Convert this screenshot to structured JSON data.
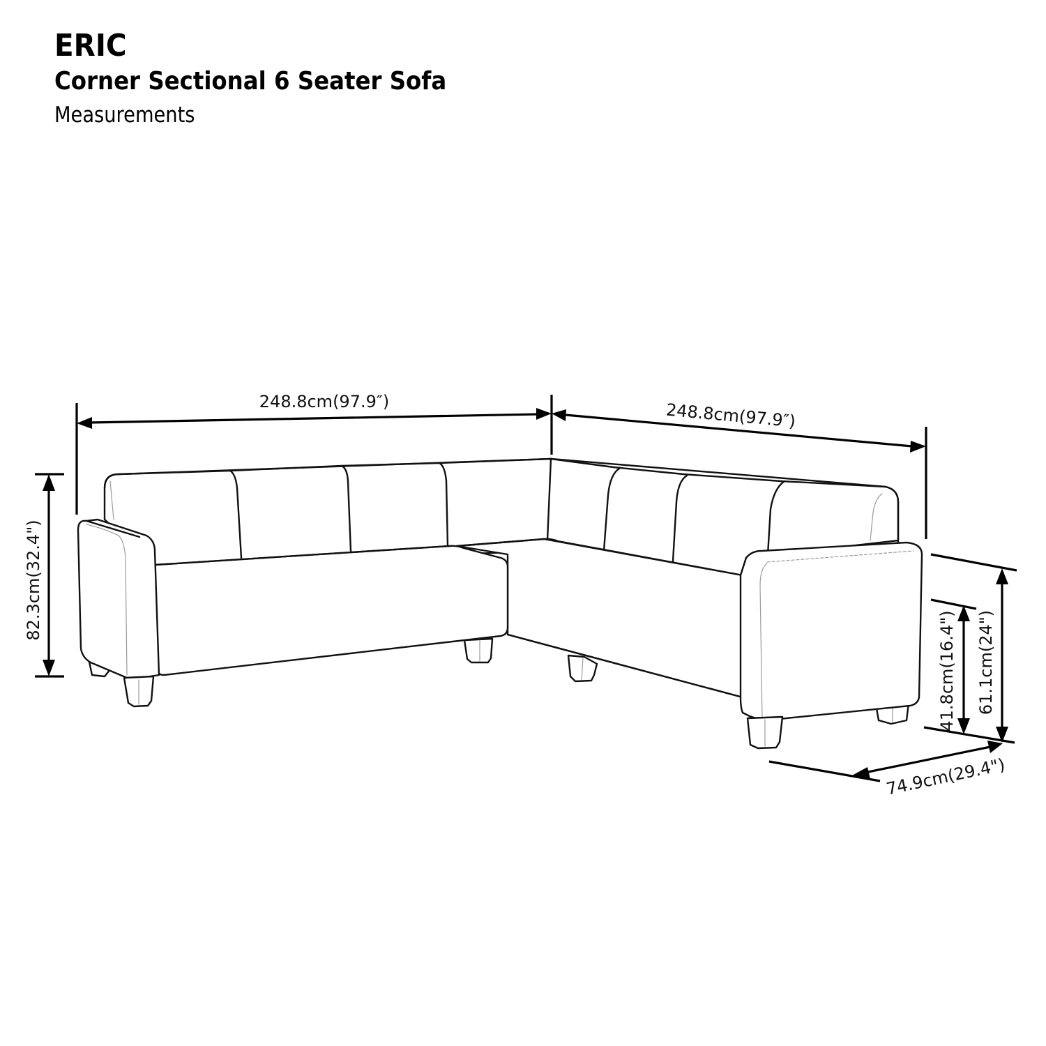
{
  "header": {
    "brand": "ERIC",
    "product": "Corner Sectional 6 Seater Sofa",
    "subtitle": "Measurements"
  },
  "dimensions": {
    "left_width": {
      "label": "248.8cm(97.9″)",
      "cm": 248.8,
      "in": 97.9
    },
    "right_width": {
      "label": "248.8cm(97.9″)",
      "cm": 248.8,
      "in": 97.9
    },
    "overall_height": {
      "label": "82.3cm(32.4\")",
      "cm": 82.3,
      "in": 32.4
    },
    "seat_height": {
      "label": "41.8cm(16.4\")",
      "cm": 41.8,
      "in": 16.4
    },
    "arm_height": {
      "label": "61.1cm(24\")",
      "cm": 61.1,
      "in": 24
    },
    "depth": {
      "label": "74.9cm(29.4\")",
      "cm": 74.9,
      "in": 29.4
    }
  },
  "colors": {
    "line": "#111111",
    "background": "#ffffff"
  }
}
